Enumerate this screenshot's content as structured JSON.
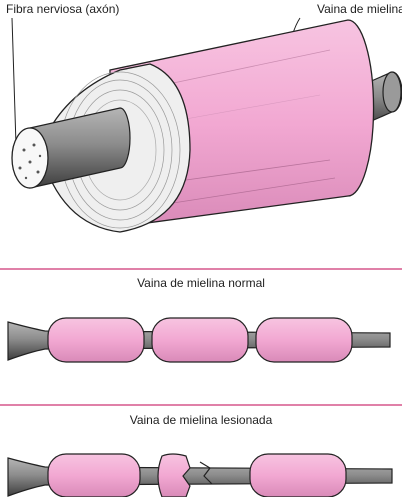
{
  "labels": {
    "axon": "Fibra nerviosa (axón)",
    "sheath": "Vaina de mielina"
  },
  "sections": {
    "normal_title": "Vaina de mielina normal",
    "damaged_title": "Vaina de mielina lesionada"
  },
  "colors": {
    "myelin": "#f2a8d2",
    "myelin_dark": "#c77aa6",
    "axon": "#8a8a8a",
    "axon_dark": "#4a4a4a",
    "rule": "#e080a8"
  }
}
